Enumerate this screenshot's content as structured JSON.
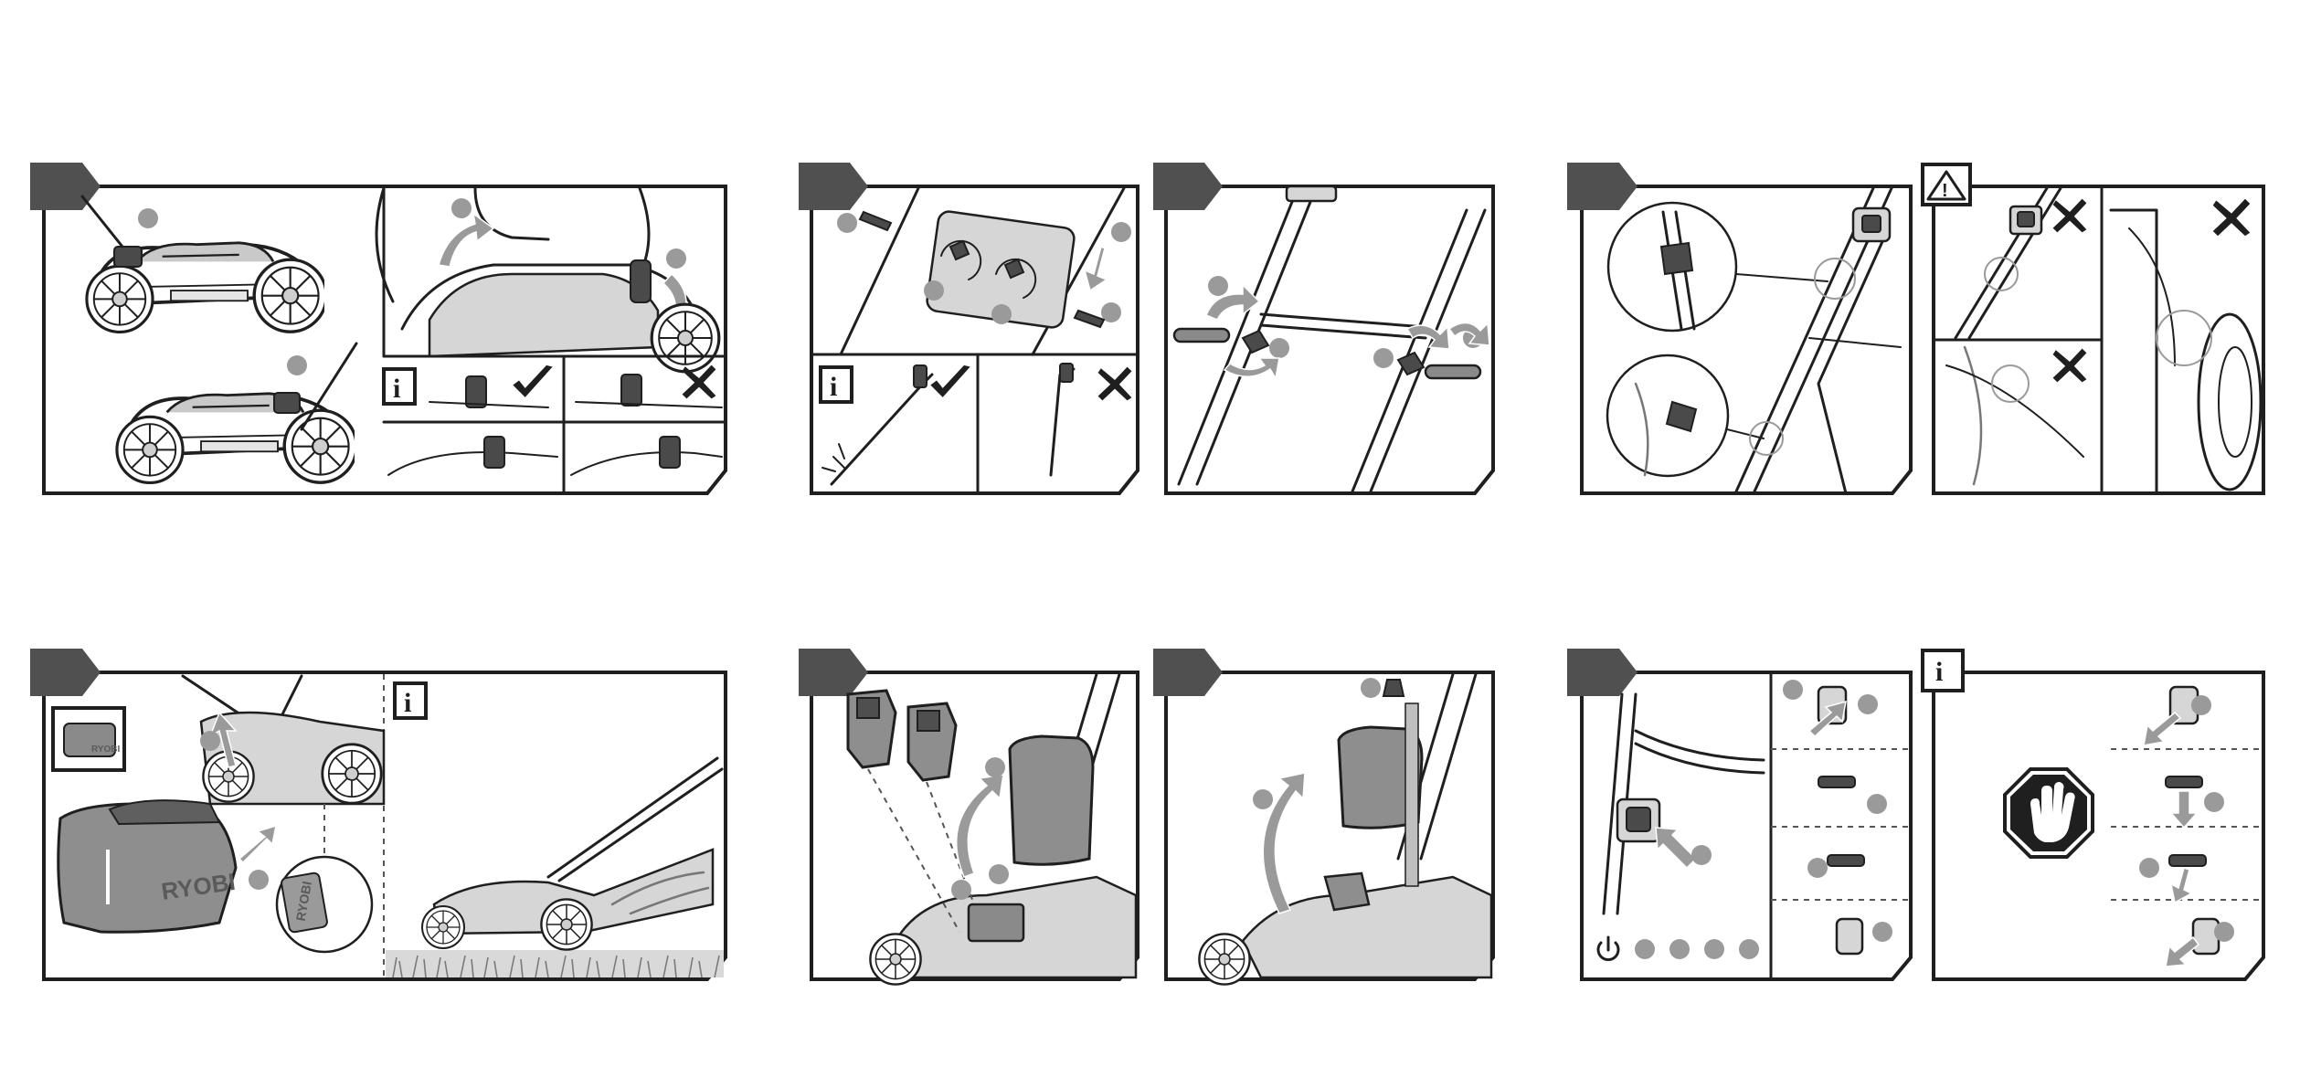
{
  "document": {
    "kind": "assembly-instruction-sheet",
    "colors": {
      "tab": "#505050",
      "callout_dot": "#9a9a9a",
      "outline": "#1f1f1f"
    }
  },
  "icons": {
    "info": "i",
    "warning": "!",
    "brand": "RYOBI",
    "power": "power-icon",
    "stop": "hand-stop-icon",
    "correct": "check-mark-icon",
    "wrong": "cross-mark-icon"
  },
  "panels": [
    {
      "id": "panel-1",
      "content": "wheel-height-adjust-lever"
    },
    {
      "id": "panel-2",
      "content": "lower-handle-bolt-assembly"
    },
    {
      "id": "panel-3",
      "content": "handle-knob-tightening"
    },
    {
      "id": "panel-4",
      "content": "cable-clip-routing"
    },
    {
      "id": "panel-5",
      "content": "cable-routing-warning"
    },
    {
      "id": "panel-6",
      "content": "grass-bag-attach"
    },
    {
      "id": "panel-7",
      "content": "battery-install"
    },
    {
      "id": "panel-8",
      "content": "battery-cover-close-key"
    },
    {
      "id": "panel-9",
      "content": "start-switch-and-bail"
    },
    {
      "id": "panel-10",
      "content": "stop-release-bail"
    }
  ],
  "battery_indicator": {
    "leds": 4
  }
}
